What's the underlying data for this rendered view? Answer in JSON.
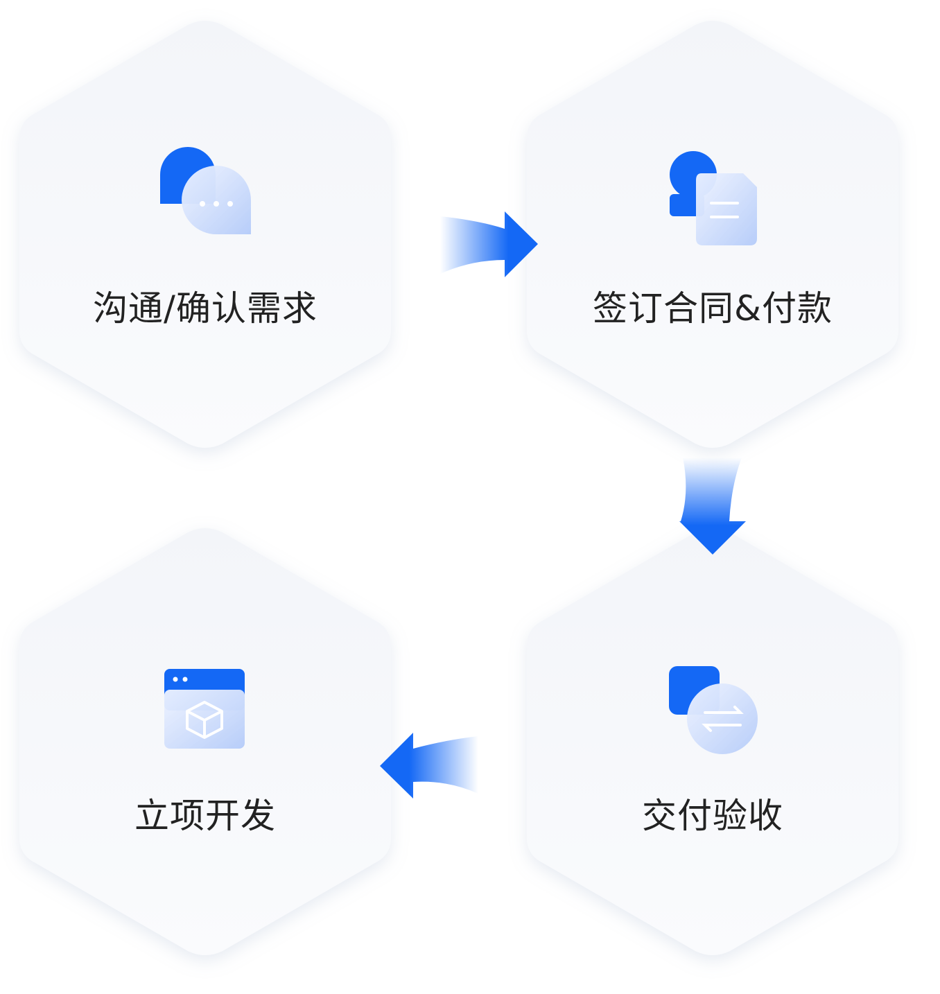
{
  "title": "Process flow",
  "steps": [
    {
      "label": "沟通/确认需求",
      "icon": "chat-bubbles-icon"
    },
    {
      "label": "签订合同&付款",
      "icon": "contract-document-icon"
    },
    {
      "label": "交付验收",
      "icon": "exchange-delivery-icon"
    },
    {
      "label": "立项开发",
      "icon": "browser-package-icon"
    }
  ],
  "colors": {
    "accent": "#1468f5",
    "hex_fill": "#f5f7fa",
    "text": "#222222"
  }
}
